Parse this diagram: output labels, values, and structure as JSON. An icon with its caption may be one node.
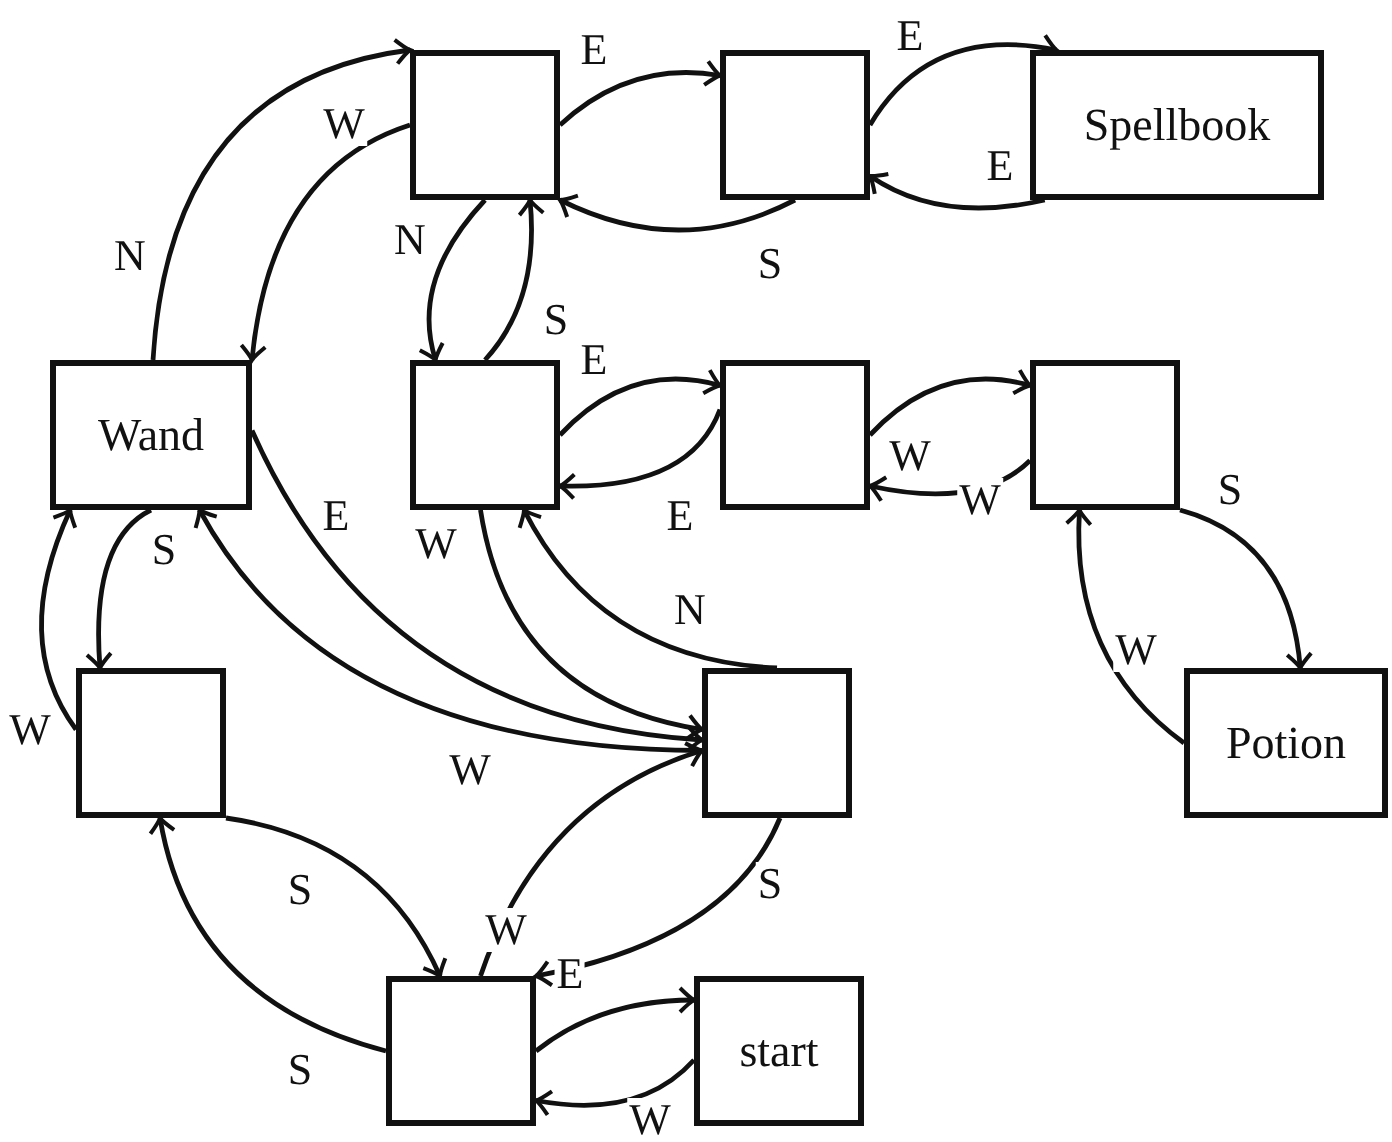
{
  "diagram": {
    "nodes": [
      {
        "text": [],
        "shape": "box"
      },
      {
        "text": [],
        "shape": "box"
      },
      {
        "text": [
          "Spellbook"
        ]
      },
      {
        "text": [
          "Wand"
        ]
      },
      {
        "text": [],
        "shape": "box"
      },
      {
        "text": [],
        "shape": "box"
      },
      {
        "text": [],
        "shape": "box"
      },
      {
        "text": [],
        "shape": "box"
      },
      {
        "text": [],
        "shape": "box"
      },
      {
        "text": [
          "Potion"
        ]
      },
      {
        "text": [],
        "shape": "box"
      },
      {
        "text": [
          "start"
        ]
      }
    ],
    "edges": [
      {
        "from": 3,
        "to": 0,
        "label": "N",
        "arrow": "to"
      },
      {
        "from": 0,
        "to": 3,
        "label": "W",
        "arrow": "to"
      },
      {
        "from": 0,
        "to": 1,
        "label": "E",
        "arrow": "to"
      },
      {
        "from": 1,
        "to": 2,
        "label": "E",
        "arrow": "to"
      },
      {
        "from": 2,
        "to": 1,
        "label": "E",
        "arrow": "to"
      },
      {
        "from": 1,
        "to": 0,
        "label": "S",
        "arrow": "to"
      },
      {
        "from": 0,
        "to": 4,
        "label": "N",
        "arrow": "to"
      },
      {
        "from": 4,
        "to": 0,
        "label": "S",
        "arrow": "to"
      },
      {
        "from": 4,
        "to": 5,
        "label": "E",
        "arrow": "to"
      },
      {
        "from": 5,
        "to": 4,
        "label": "E",
        "arrow": "to"
      },
      {
        "from": 5,
        "to": 6,
        "label": "W",
        "arrow": "to"
      },
      {
        "from": 6,
        "to": 5,
        "label": "W",
        "arrow": "to"
      },
      {
        "from": 6,
        "to": 9,
        "label": "S",
        "arrow": "to"
      },
      {
        "from": 9,
        "to": 6,
        "label": "W",
        "arrow": "to"
      },
      {
        "from": 3,
        "to": 7,
        "label": "S",
        "arrow": "to"
      },
      {
        "from": 7,
        "to": 3,
        "label": "W",
        "arrow": "to"
      },
      {
        "from": 3,
        "to": 8,
        "label": "E",
        "arrow": "to"
      },
      {
        "from": 8,
        "to": 3,
        "label": "W",
        "arrow": "to"
      },
      {
        "from": 4,
        "to": 8,
        "label": "W",
        "arrow": "to"
      },
      {
        "from": 8,
        "to": 4,
        "label": "N",
        "arrow": "to"
      },
      {
        "from": 7,
        "to": 10,
        "label": "S",
        "arrow": "to"
      },
      {
        "from": 10,
        "to": 7,
        "label": "S",
        "arrow": "to"
      },
      {
        "from": 10,
        "to": 8,
        "label": "W",
        "arrow": "to"
      },
      {
        "from": 8,
        "to": 10,
        "label": "S",
        "arrow": "to"
      },
      {
        "from": 10,
        "to": 11,
        "label": "E",
        "arrow": "to"
      },
      {
        "from": 11,
        "to": 10,
        "label": "W",
        "arrow": "to"
      }
    ]
  }
}
